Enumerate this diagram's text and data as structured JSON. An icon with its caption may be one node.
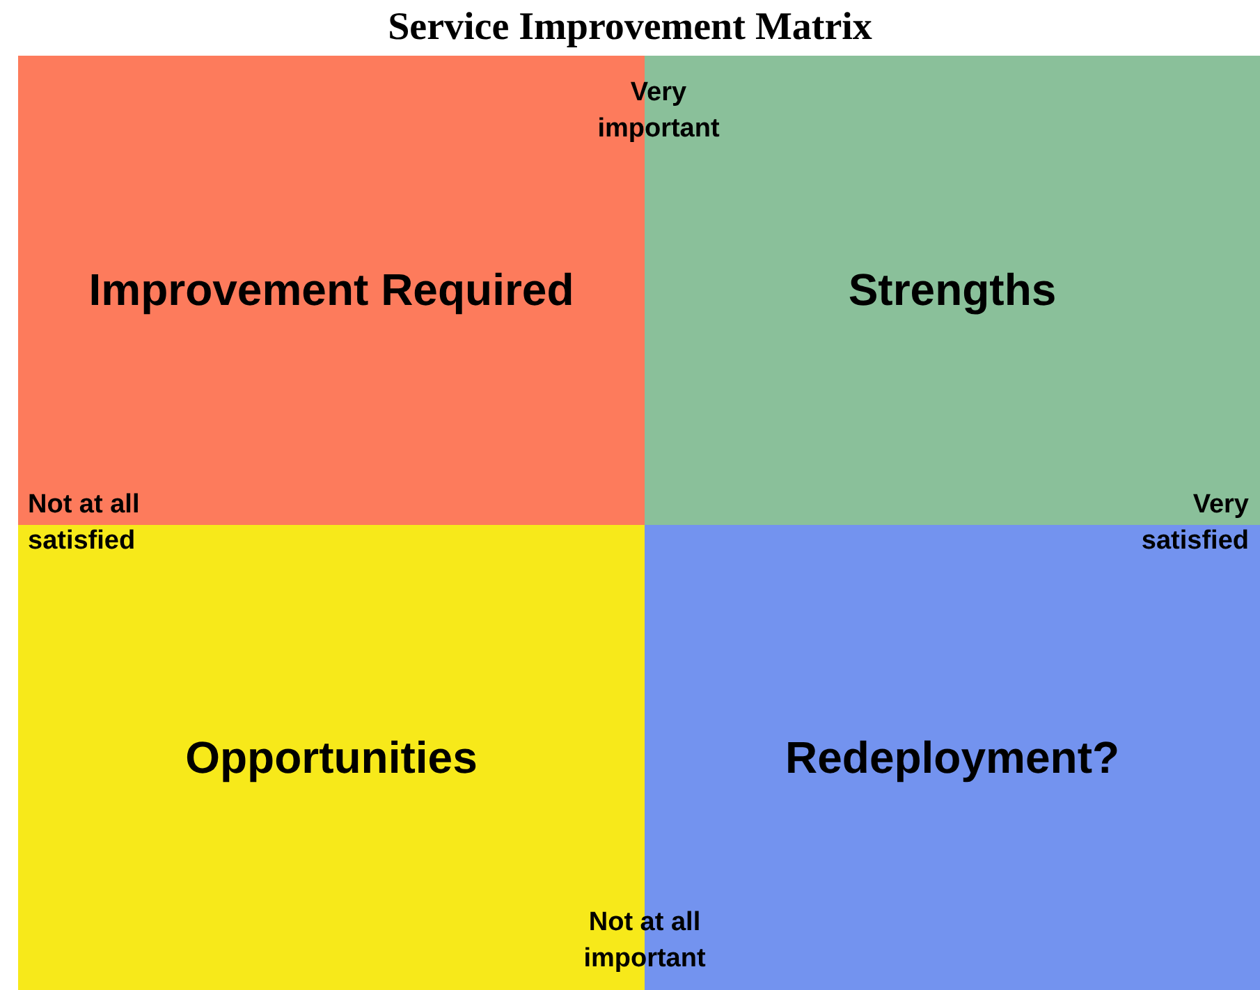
{
  "diagram": {
    "title": "Service Improvement Matrix",
    "nodes": [
      {
        "text": [
          "Improvement Required"
        ]
      },
      {
        "text": [
          "Strengths"
        ]
      },
      {
        "text": [
          "Opportunities"
        ]
      },
      {
        "text": [
          "Redeployment?"
        ]
      }
    ],
    "labels": [
      "Very important",
      "Not at all satisfied",
      "Very satisfied",
      "Not at all important"
    ]
  }
}
